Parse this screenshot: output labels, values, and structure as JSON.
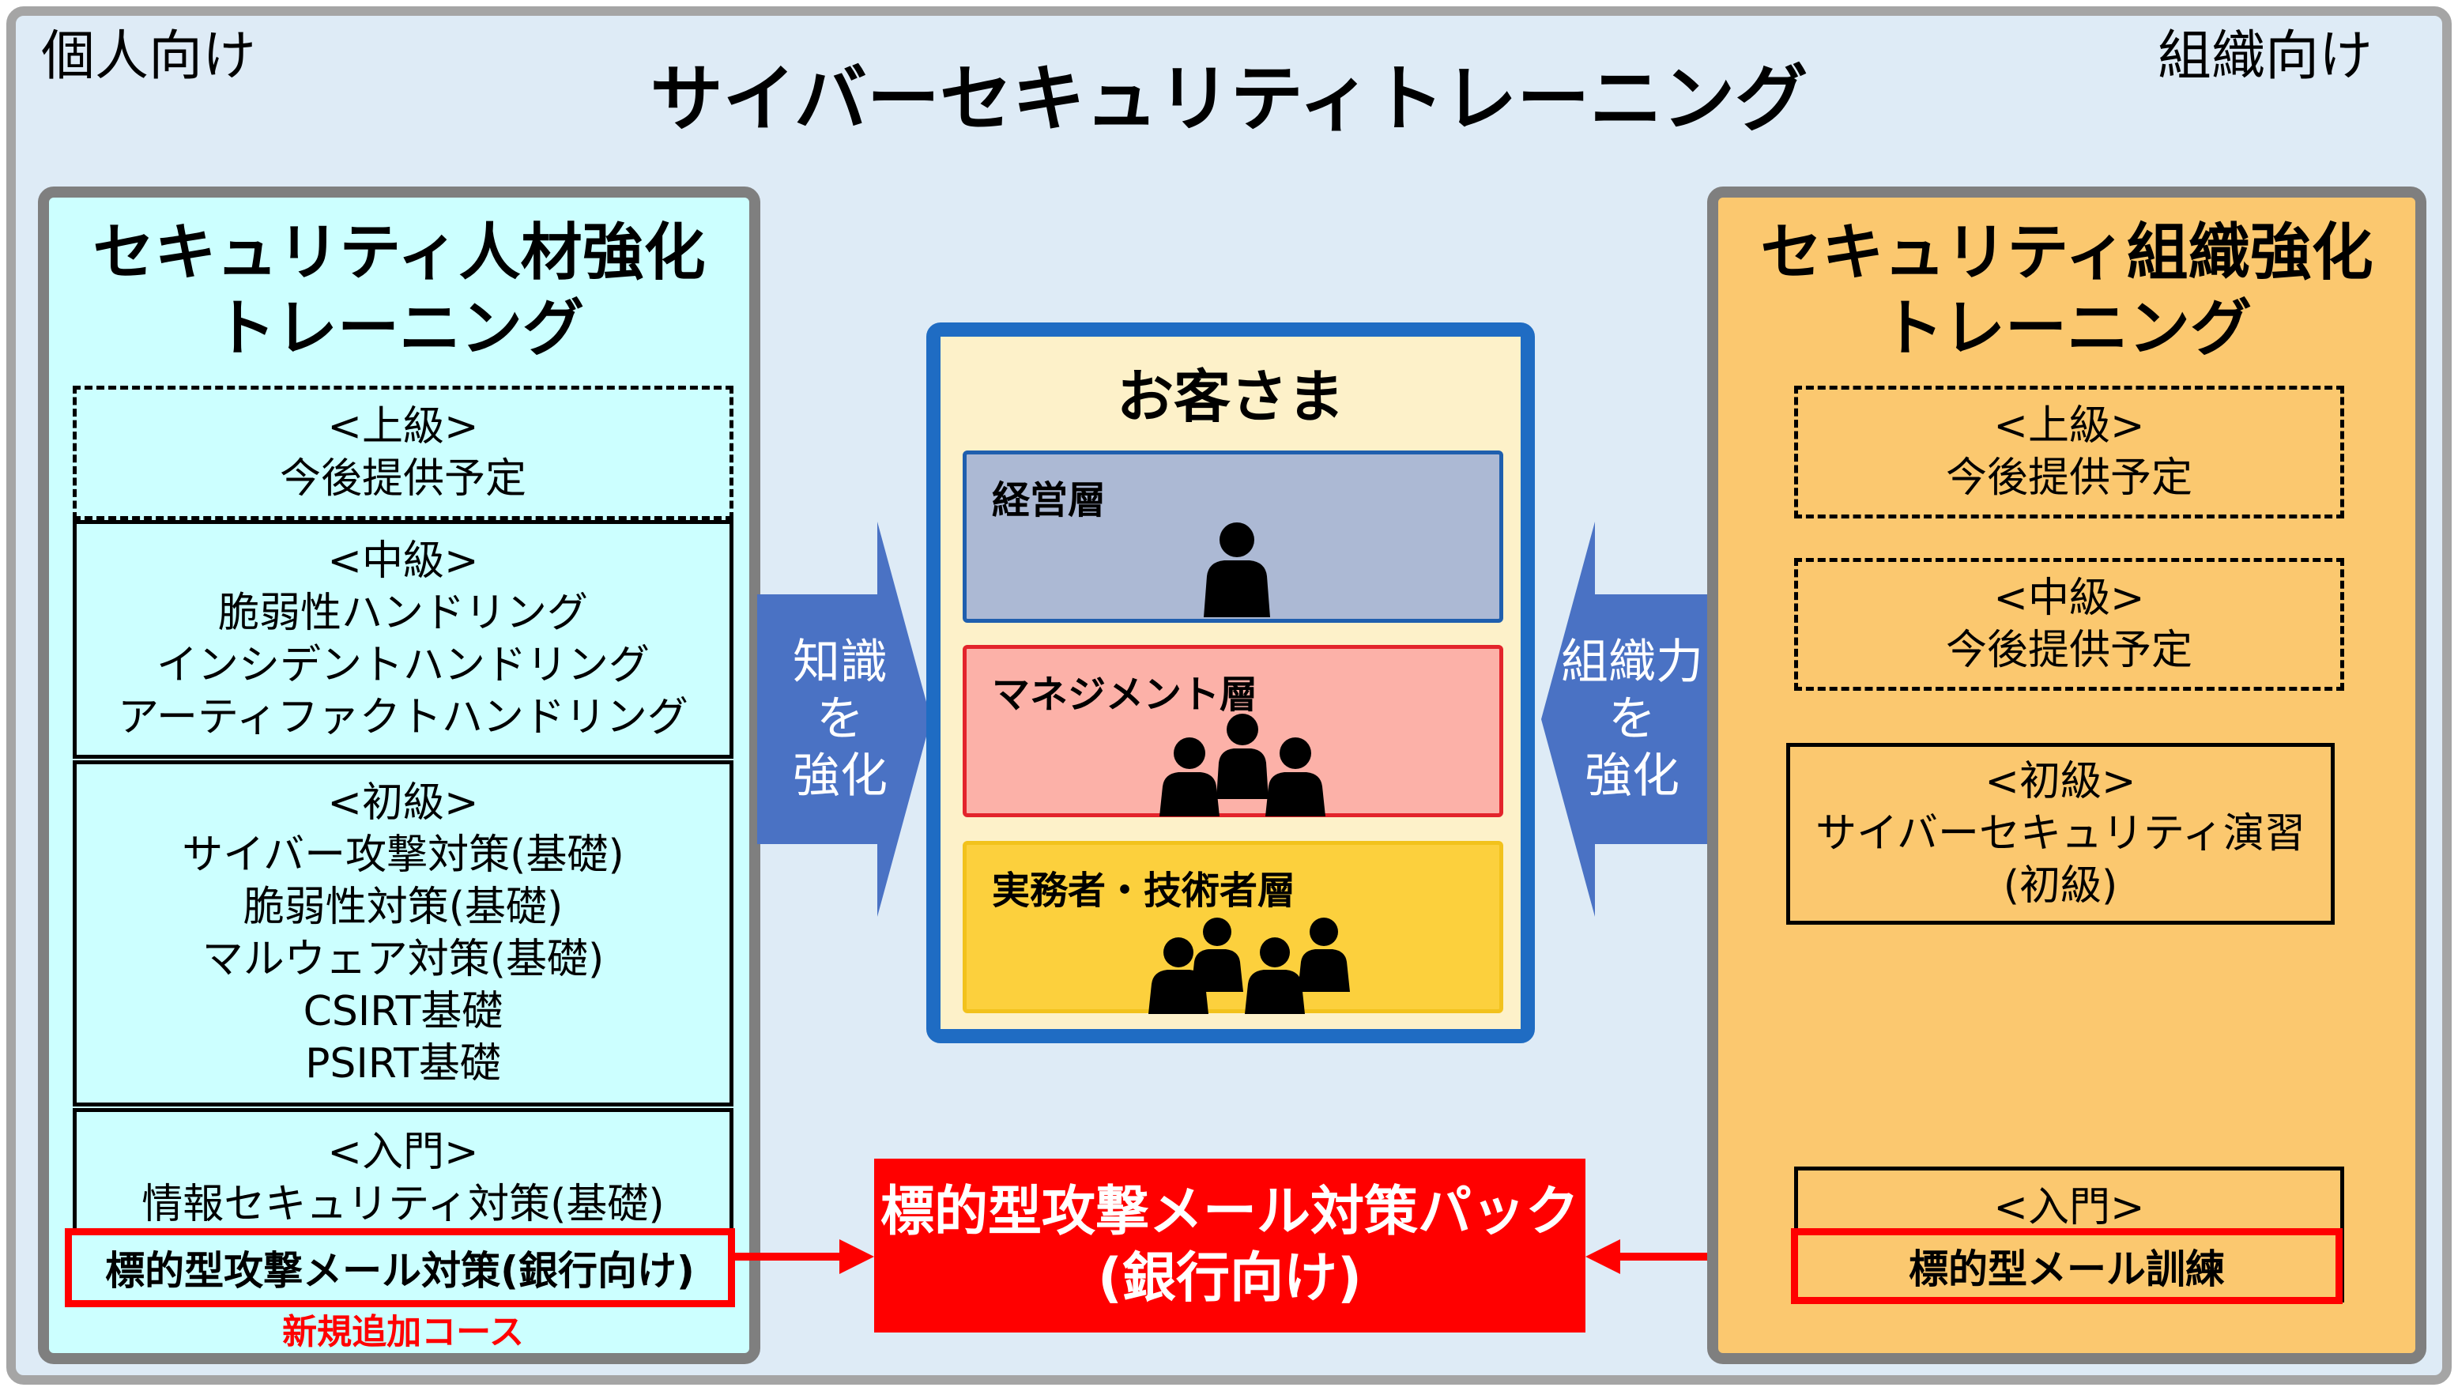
{
  "header": {
    "title": "サイバーセキュリティトレーニング",
    "left_label": "個人向け",
    "right_label": "組織向け"
  },
  "left_panel": {
    "title_line1": "セキュリティ人材強化",
    "title_line2": "トレーニング",
    "advanced": {
      "heading": "<上級>",
      "items": [
        "今後提供予定"
      ]
    },
    "intermediate": {
      "heading": "<中級>",
      "items": [
        "脆弱性ハンドリング",
        "インシデントハンドリング",
        "アーティファクトハンドリング"
      ]
    },
    "beginner": {
      "heading": "<初級>",
      "items": [
        "サイバー攻撃対策(基礎)",
        "脆弱性対策(基礎)",
        "マルウェア対策(基礎)",
        "CSIRT基礎",
        "PSIRT基礎"
      ]
    },
    "intro": {
      "heading": "<入門>",
      "items": [
        "情報セキュリティ対策(基礎)"
      ]
    },
    "highlight_course": "標的型攻撃メール対策(銀行向け)",
    "new_course_note": "新規追加コース"
  },
  "left_arrow": {
    "line1": "知識",
    "line2": "を",
    "line3": "強化"
  },
  "right_arrow": {
    "line1": "組織力",
    "line2": "を",
    "line3": "強化"
  },
  "customer": {
    "title": "お客さま",
    "tiers": [
      {
        "label": "経営層",
        "people_icons": 1
      },
      {
        "label": "マネジメント層",
        "people_icons": 3
      },
      {
        "label": "実務者・技術者層",
        "people_icons": 4
      }
    ]
  },
  "pack": {
    "line1": "標的型攻撃メール対策パック",
    "line2": "(銀行向け)"
  },
  "right_panel": {
    "title_line1": "セキュリティ組織強化",
    "title_line2": "トレーニング",
    "advanced": {
      "heading": "<上級>",
      "items": [
        "今後提供予定"
      ]
    },
    "intermediate": {
      "heading": "<中級>",
      "items": [
        "今後提供予定"
      ]
    },
    "beginner": {
      "heading": "<初級>",
      "items": [
        "サイバーセキュリティ演習",
        "(初級)"
      ]
    },
    "intro": {
      "heading": "<入門>"
    },
    "highlight_course": "標的型メール訓練"
  },
  "colors": {
    "background": "#deebf6",
    "left_panel": "#ccffff",
    "right_panel": "#fbc86f",
    "arrow": "#4a72c4",
    "customer_border": "#1f6cc3",
    "tier_executive": "#acb9d4",
    "tier_management": "#fcb1a8",
    "tier_practitioner": "#fcd03d",
    "highlight_red": "#ff0000"
  }
}
